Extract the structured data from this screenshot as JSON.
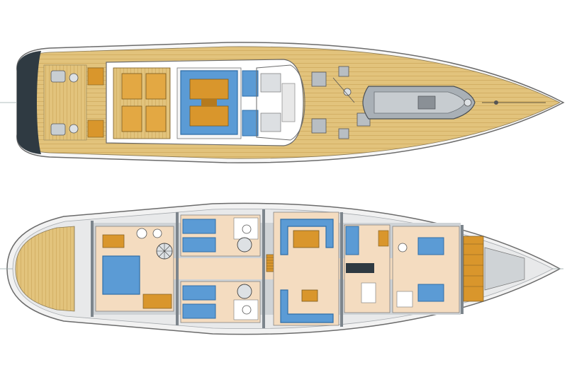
{
  "image": {
    "kind": "yacht general arrangement drawing",
    "views": [
      "deck-plan",
      "accommodation-plan"
    ]
  },
  "colors": {
    "background": "#ffffff",
    "teak_deck": "#e2c37c",
    "teak_line": "#cfa95c",
    "hull_outline": "#6b6b6b",
    "hull_stripe": "#f2f2f2",
    "transom": "#2f3a42",
    "cushion_blue": "#5b9bd5",
    "cushion_edge": "#2f6ea8",
    "wood_amber": "#d9962c",
    "floor_beige": "#f4dcc0",
    "bulkhead_grey": "#7d858c",
    "interior_grey": "#cfd3d6",
    "dinghy_grey": "#a9b0b6",
    "hatch_grey": "#b8bec3"
  },
  "icons": [
    "spiral-staircase-icon",
    "toilet-icon",
    "washbasin-icon",
    "deck-hatch-icon",
    "winch-icon",
    "dinghy-icon"
  ]
}
